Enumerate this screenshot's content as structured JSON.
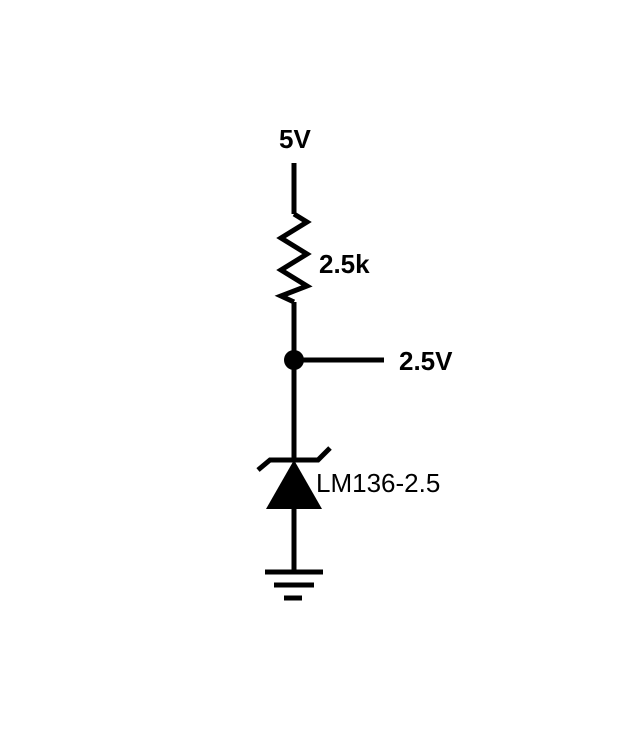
{
  "diagram": {
    "labels": {
      "supply": "5V",
      "resistor": "2.5k",
      "output": "2.5V",
      "reference": "LM136-2.5"
    },
    "colors": {
      "ink": "#000000",
      "background": "#ffffff"
    }
  }
}
